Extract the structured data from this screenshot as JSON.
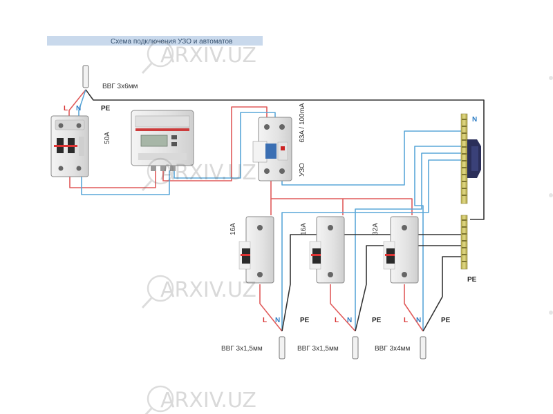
{
  "title": "Схема подключения УЗО и автоматов",
  "input": {
    "cable": "ВВГ 3х6мм",
    "l": "L",
    "n": "N",
    "pe": "PE",
    "breaker_rating": "50A"
  },
  "rcd": {
    "rating": "63A / 100mA",
    "name": "УЗО"
  },
  "buses": {
    "n_label": "N",
    "pe_label": "PE"
  },
  "breakers": [
    {
      "rating": "16A"
    },
    {
      "rating": "16A"
    },
    {
      "rating": "32A"
    }
  ],
  "outputs": [
    {
      "l": "L",
      "n": "N",
      "pe": "PE",
      "cable": "ВВГ 3х1,5мм"
    },
    {
      "l": "L",
      "n": "N",
      "pe": "PE",
      "cable": "ВВГ 3х1,5мм"
    },
    {
      "l": "L",
      "n": "N",
      "pe": "PE",
      "cable": "ВВГ 3х4мм"
    }
  ],
  "watermark": "ARXIV.UZ",
  "colors": {
    "phase_wire": "#e05a5a",
    "neutral_wire": "#5aa7d8",
    "pe_wire": "#333333",
    "n_label": "#2c7cc4",
    "l_label": "#d83030",
    "title_bar": "#c9d9ec",
    "device": "#e9e9e9",
    "bus_bar": "#c9c064"
  }
}
